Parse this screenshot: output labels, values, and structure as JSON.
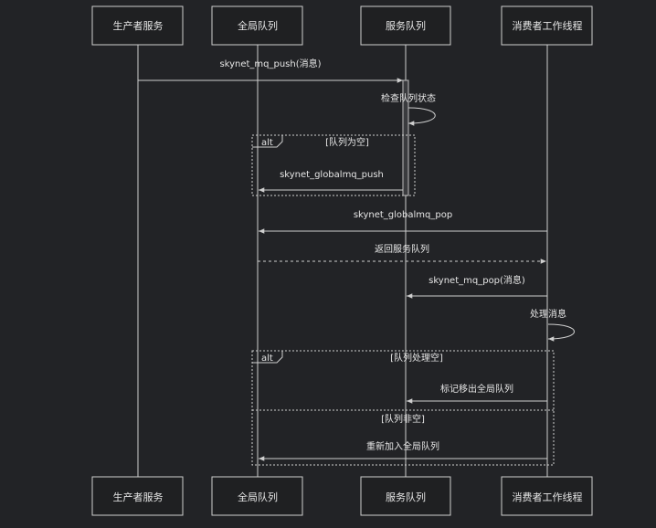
{
  "participants": {
    "producer": "生产者服务",
    "global_queue": "全局队列",
    "service_queue": "服务队列",
    "consumer": "消费者工作线程"
  },
  "messages": {
    "m1": "skynet_mq_push(消息)",
    "m2": "检查队列状态",
    "m3": "skynet_globalmq_push",
    "m4": "skynet_globalmq_pop",
    "m5": "返回服务队列",
    "m6": "skynet_mq_pop(消息)",
    "m7": "处理消息",
    "m8": "标记移出全局队列",
    "m9": "重新加入全局队列"
  },
  "fragments": {
    "alt1": {
      "tag": "alt",
      "guard": "[队列为空]"
    },
    "alt2": {
      "tag": "alt",
      "guard": "[队列处理空]",
      "else_guard": "[队列非空]"
    }
  }
}
